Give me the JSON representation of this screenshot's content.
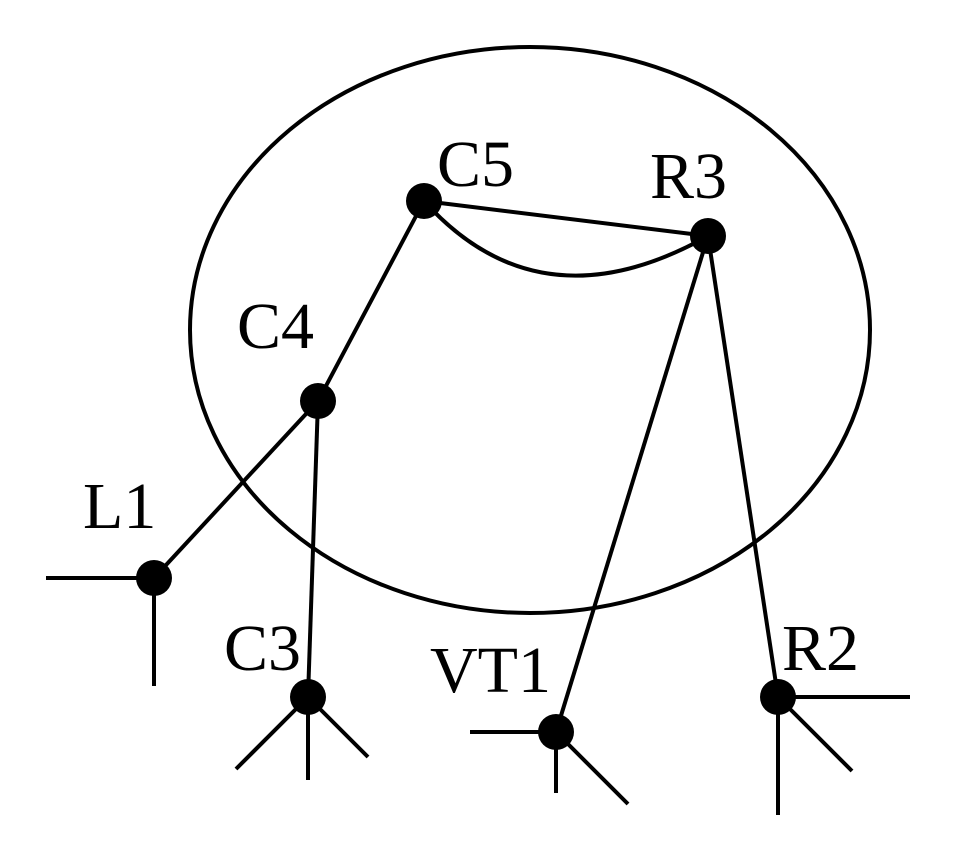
{
  "diagram": {
    "nodes": [
      {
        "id": "C5",
        "label": "C5"
      },
      {
        "id": "R3",
        "label": "R3"
      },
      {
        "id": "C4",
        "label": "C4"
      },
      {
        "id": "L1",
        "label": "L1"
      },
      {
        "id": "C3",
        "label": "C3"
      },
      {
        "id": "VT1",
        "label": "VT1"
      },
      {
        "id": "R2",
        "label": "R2"
      }
    ],
    "edges": [
      {
        "from": "C5",
        "to": "R3",
        "kind": "straight"
      },
      {
        "from": "C5",
        "to": "R3",
        "kind": "arc"
      },
      {
        "from": "C5",
        "to": "C4",
        "kind": "straight"
      },
      {
        "from": "C4",
        "to": "L1",
        "kind": "straight"
      },
      {
        "from": "C4",
        "to": "C3",
        "kind": "straight"
      },
      {
        "from": "R3",
        "to": "VT1",
        "kind": "straight"
      },
      {
        "from": "R3",
        "to": "R2",
        "kind": "straight"
      }
    ],
    "colors": {
      "stroke": "#000000",
      "background": "#ffffff"
    }
  }
}
